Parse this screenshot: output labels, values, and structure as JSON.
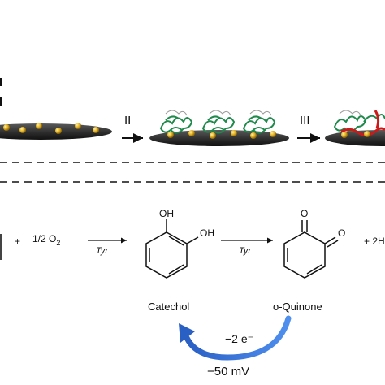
{
  "steps": {
    "step_ii": "II",
    "step_iii": "III"
  },
  "reaction": {
    "plus_1": "+",
    "oxygen_coef": "1/2 O",
    "oxygen_sub": "2",
    "enzyme_1": "Tyr",
    "enzyme_2": "Tyr",
    "catechol_oh_1": "OH",
    "catechol_oh_2": "OH",
    "quinone_o_1": "O",
    "quinone_o_2": "O",
    "plus_2": "+ 2H",
    "catechol_label": "Catechol",
    "quinone_label": "o-Quinone",
    "electron_text": "−2 e⁻",
    "potential_text": "−50 mV"
  },
  "colors": {
    "electrode": "#2e2e2e",
    "nanoparticle": "#d9a514",
    "enzyme": "#1f8a4c",
    "polymer": "#cc1a1a",
    "cycle_arrow": "#2f6fd6"
  }
}
